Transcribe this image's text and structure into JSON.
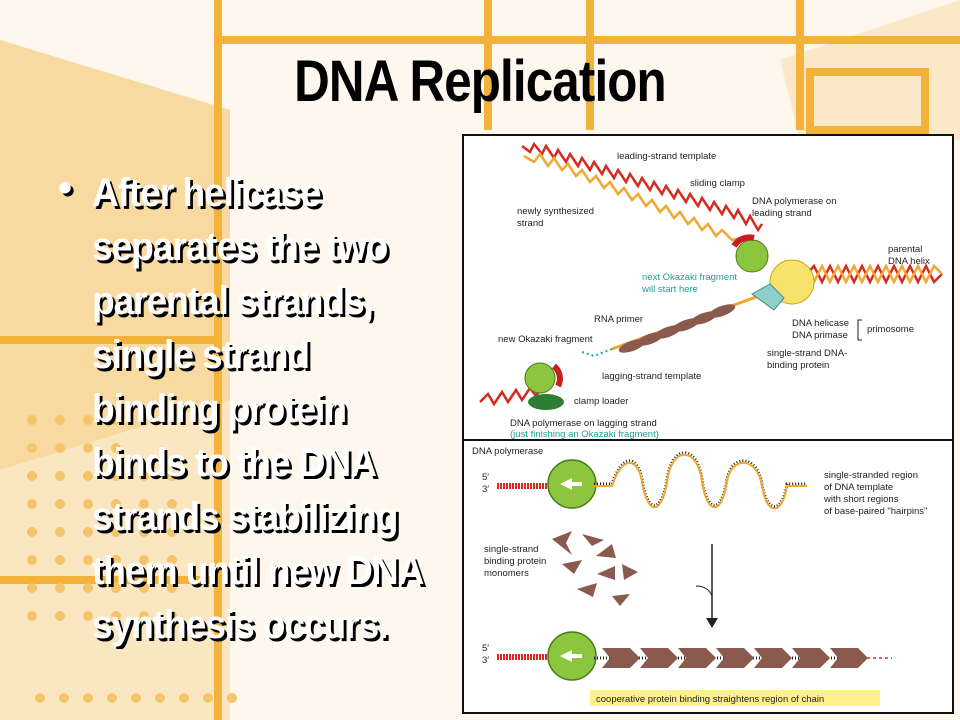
{
  "slide": {
    "title": "DNA Replication",
    "bullet": "After helicase\nseparates the two\nparental strands,\nsingle strand\nbinding protein\nbinds to the DNA\nstrands stabilizing\nthem until new DNA\nsynthesis occurs."
  },
  "colors": {
    "background": "#fdf7ee",
    "accent_orange": "#f7c77a",
    "accent_gold": "#f3b23a",
    "dots": "#f4c46a"
  },
  "figure_top": {
    "leading_strand_template": "leading-strand template",
    "sliding_clamp": "sliding clamp",
    "newly_synthesized_1": "newly synthesized",
    "newly_synthesized_2": "strand",
    "polymerase_leading_1": "DNA polymerase on",
    "polymerase_leading_2": "leading strand",
    "parental_helix_1": "parental",
    "parental_helix_2": "DNA helix",
    "next_okazaki_1": "next Okazaki fragment",
    "next_okazaki_2": "will start here",
    "rna_primer": "RNA primer",
    "new_okazaki": "new Okazaki fragment",
    "dna_helicase": "DNA helicase",
    "dna_primase": "DNA primase",
    "primosome": "primosome",
    "ssb_1": "single-strand DNA-",
    "ssb_2": "binding protein",
    "lagging_template": "lagging-strand template",
    "clamp_loader": "clamp loader",
    "polymerase_lagging": "DNA polymerase on lagging strand",
    "polymerase_lagging_note": "(just finishing an Okazaki fragment)"
  },
  "figure_bottom": {
    "dna_polymerase": "DNA polymerase",
    "five_prime": "5′",
    "three_prime": "3′",
    "ss_region_1": "single-stranded region",
    "ss_region_2": "of DNA template",
    "ss_region_3": "with short regions",
    "ss_region_4": "of base-paired \"hairpins\"",
    "monomers_1": "single-strand",
    "monomers_2": "binding protein",
    "monomers_3": "monomers",
    "cooperative": "cooperative protein binding straightens region of chain"
  }
}
